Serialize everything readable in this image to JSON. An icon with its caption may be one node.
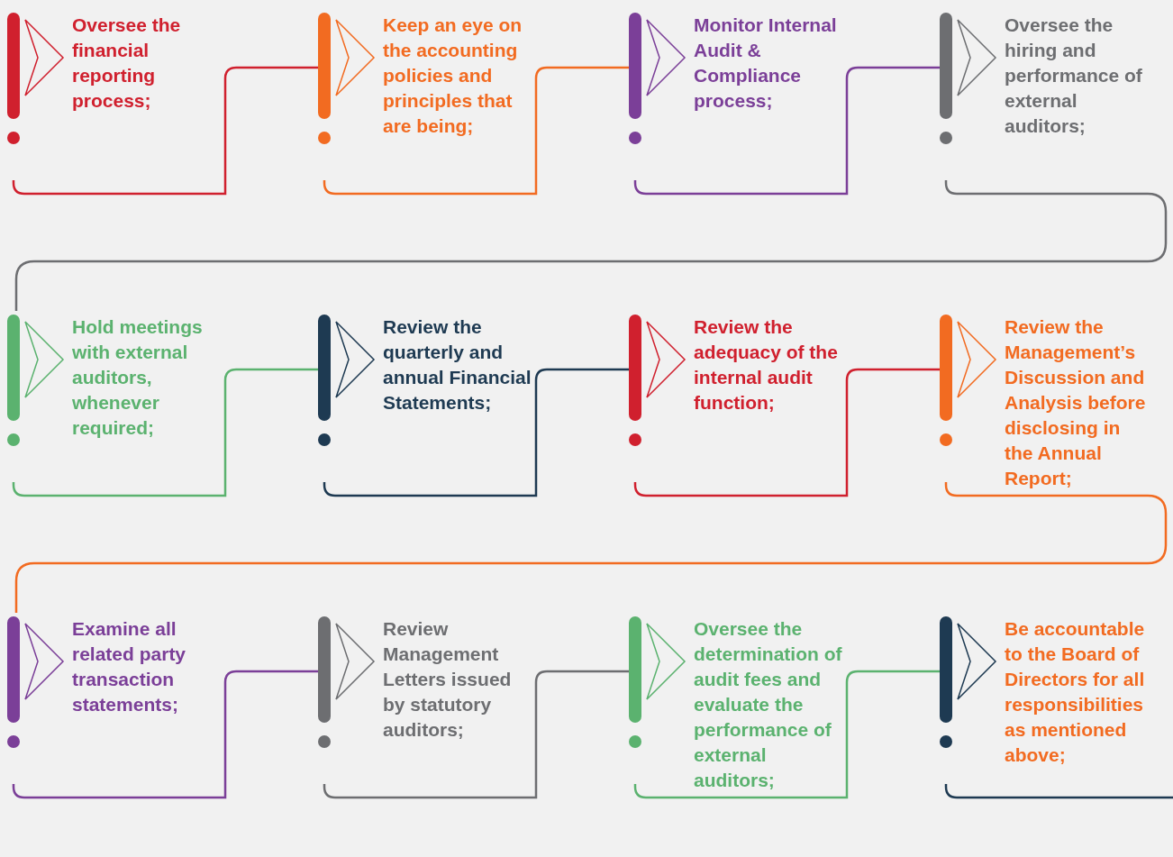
{
  "diagram": {
    "nodes": [
      {
        "text": [
          "Oversee the financial reporting process;"
        ]
      },
      {
        "text": [
          "Keep an eye on the accounting policies and principles that are being;"
        ]
      },
      {
        "text": [
          "Monitor Internal Audit & Compliance process;"
        ]
      },
      {
        "text": [
          "Oversee the hiring and performance of external auditors;"
        ]
      },
      {
        "text": [
          "Hold meetings with external auditors, whenever required;"
        ]
      },
      {
        "text": [
          "Review the quarterly and annual Financial Statements;"
        ]
      },
      {
        "text": [
          "Review the adequacy of the internal audit function;"
        ]
      },
      {
        "text": [
          "Review the Management’s Discussion and Analysis before disclosing in the Annual Report;"
        ]
      },
      {
        "text": [
          "Examine all related party transaction statements;"
        ]
      },
      {
        "text": [
          "Review Management Letters issued by statutory auditors;"
        ]
      },
      {
        "text": [
          "Oversee the determination of audit fees and evaluate the performance of external auditors;"
        ]
      },
      {
        "text": [
          "Be accountable to the Board of Directors for all responsibilities as mentioned above;"
        ]
      }
    ],
    "edges": [
      {
        "from": 0,
        "to": 1,
        "arrow": "none",
        "color": "#d0202e"
      },
      {
        "from": 1,
        "to": 2,
        "arrow": "none",
        "color": "#f26b21"
      },
      {
        "from": 2,
        "to": 3,
        "arrow": "none",
        "color": "#7b3f98"
      },
      {
        "from": 3,
        "to": 4,
        "arrow": "none",
        "color": "#6d6e71"
      },
      {
        "from": 4,
        "to": 5,
        "arrow": "none",
        "color": "#5bb26f"
      },
      {
        "from": 5,
        "to": 6,
        "arrow": "none",
        "color": "#1e3a52"
      },
      {
        "from": 6,
        "to": 7,
        "arrow": "none",
        "color": "#d0202e"
      },
      {
        "from": 7,
        "to": 8,
        "arrow": "none",
        "color": "#f26b21"
      },
      {
        "from": 8,
        "to": 9,
        "arrow": "none",
        "color": "#7b3f98"
      },
      {
        "from": 9,
        "to": 10,
        "arrow": "none",
        "color": "#6d6e71"
      },
      {
        "from": 10,
        "to": 11,
        "arrow": "none",
        "color": "#5bb26f"
      },
      {
        "from": 11,
        "to": null,
        "arrow": "none",
        "color": "#1e3a52"
      }
    ]
  }
}
